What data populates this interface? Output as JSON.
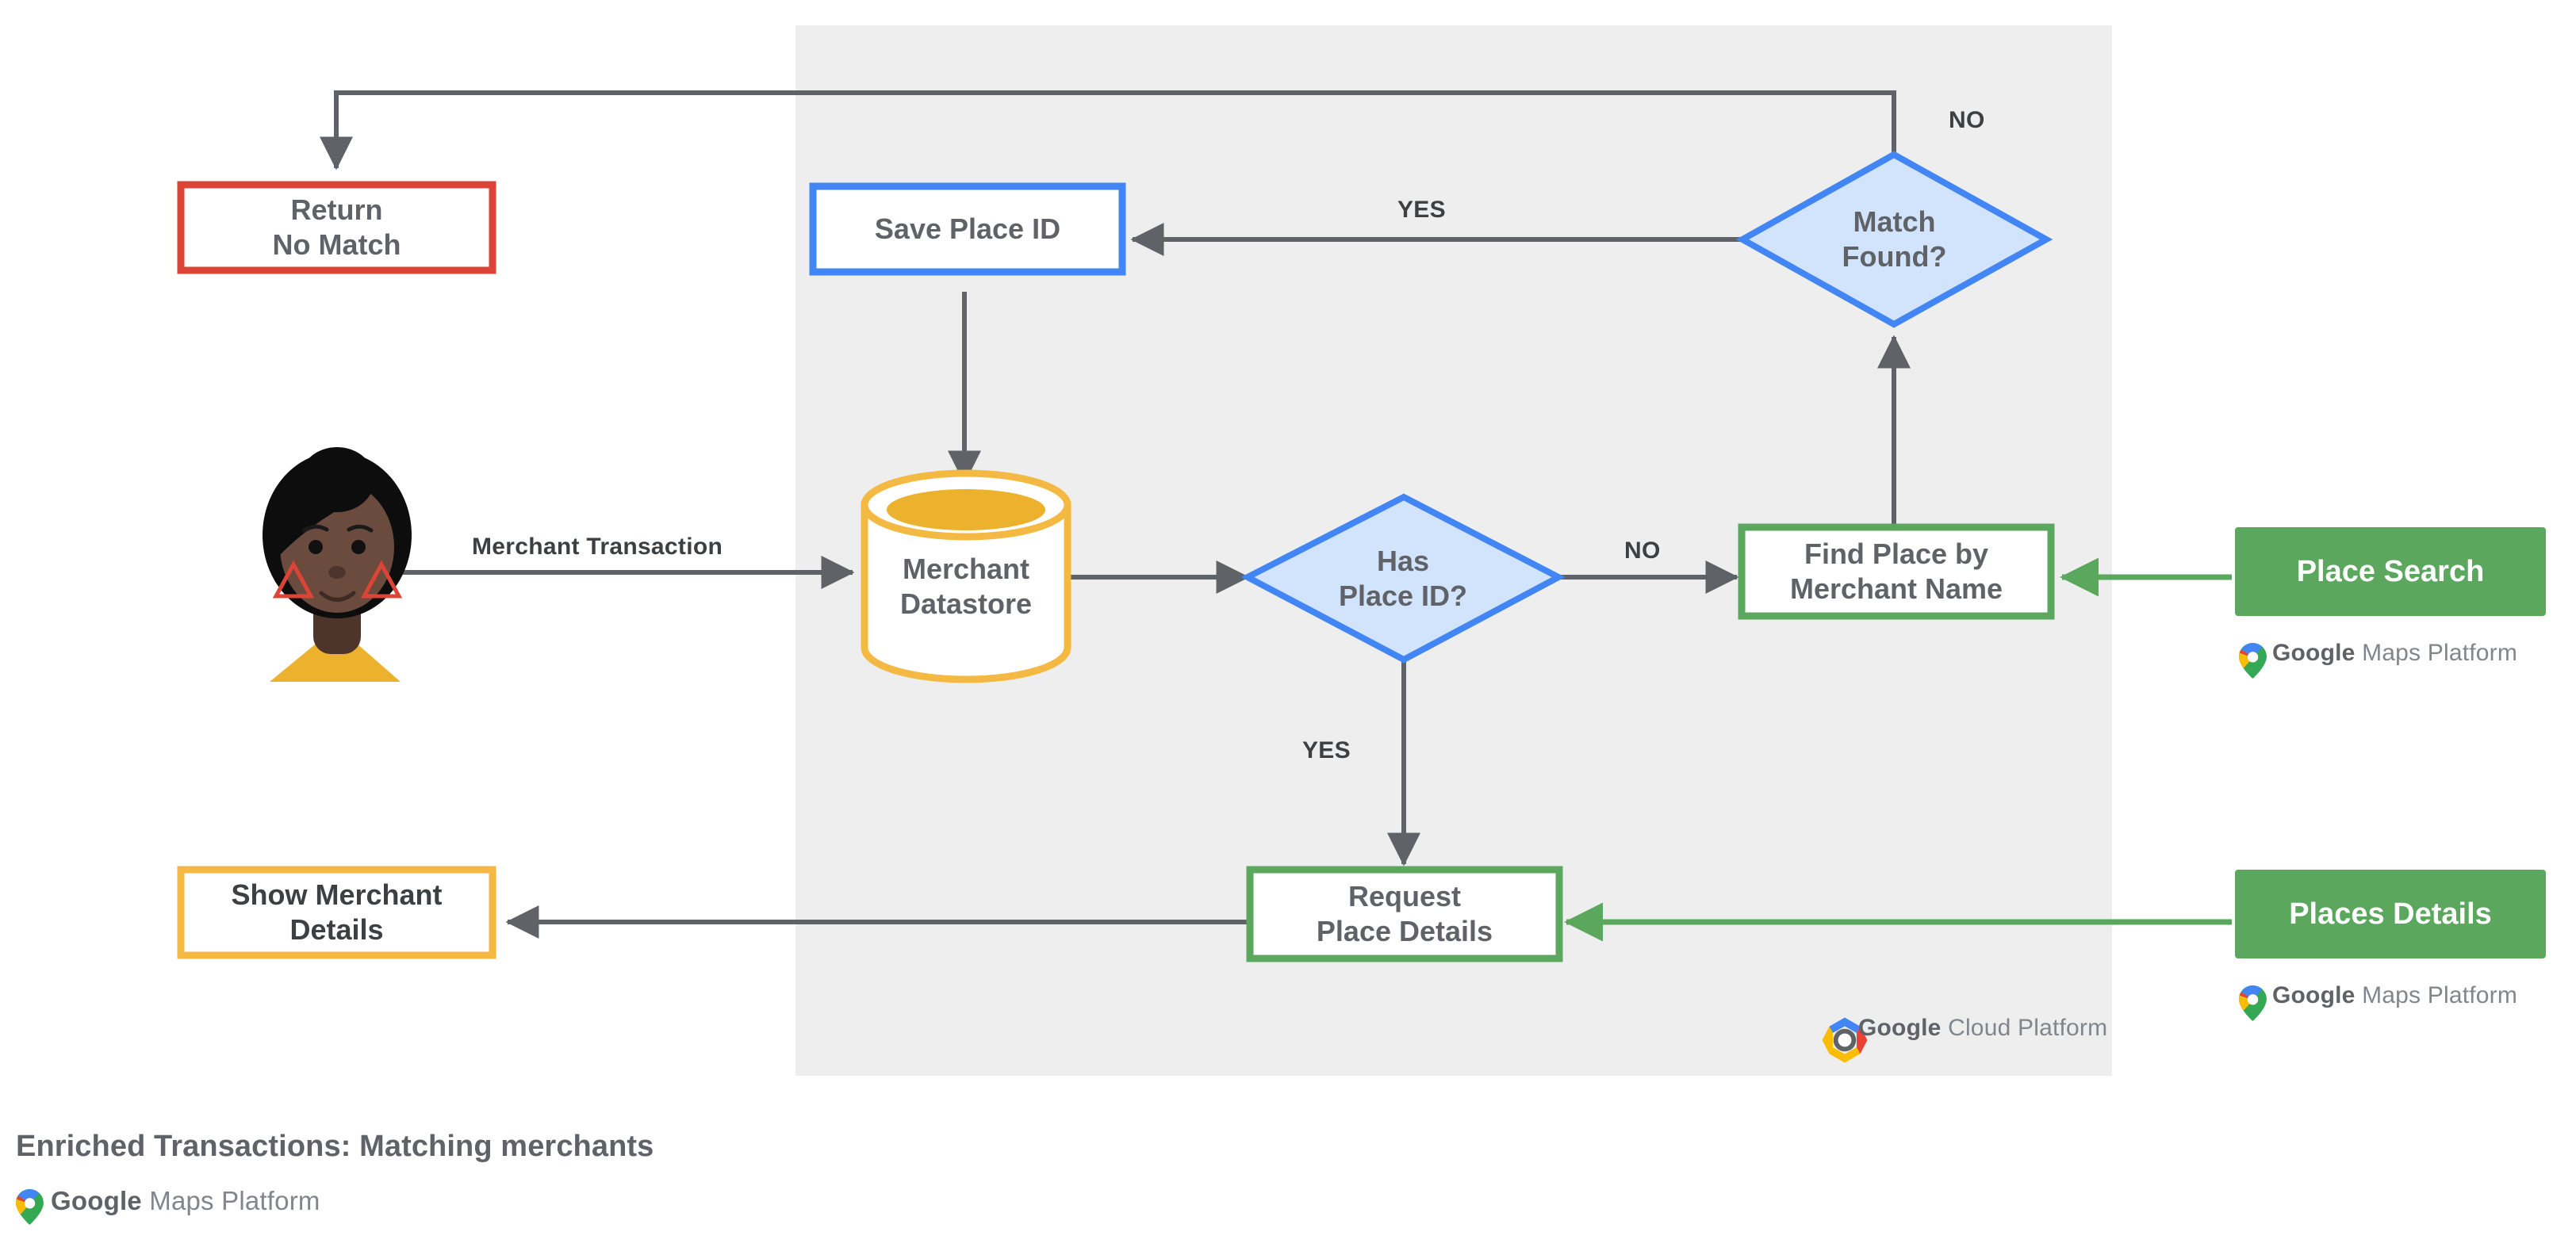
{
  "diagram": {
    "title": "Enriched Transactions: Matching merchants",
    "panel": {
      "name": "google-cloud-platform-panel",
      "fill": "#eeeeee"
    },
    "colors": {
      "red": "#DB4437",
      "blue": "#4285F4",
      "blue_fill": "#D2E3FC",
      "yellow": "#F4B942",
      "green_outline": "#5BA75E",
      "green_fill": "#5BA75E",
      "arrow_gray": "#5f6368",
      "text_gray": "#5f6368",
      "panel_gray": "#eeeeee"
    },
    "nodes": [
      {
        "id": "return-no-match",
        "label": "Return\nNo Match",
        "shape": "rect",
        "style": "red-outline",
        "font_size": 36
      },
      {
        "id": "save-place-id",
        "label": "Save Place ID",
        "shape": "rect",
        "style": "blue-outline",
        "font_size": 36
      },
      {
        "id": "match-found",
        "label": "Match\nFound?",
        "shape": "diamond",
        "style": "blue-filled",
        "font_size": 36
      },
      {
        "id": "merchant-datastore",
        "label": "Merchant\nDatastore",
        "shape": "cylinder",
        "style": "yellow-outline",
        "font_size": 36
      },
      {
        "id": "has-place-id",
        "label": "Has\nPlace ID?",
        "shape": "diamond",
        "style": "blue-filled",
        "font_size": 36
      },
      {
        "id": "find-place",
        "label": "Find Place by\nMerchant Name",
        "shape": "rect",
        "style": "green-outline",
        "font_size": 36
      },
      {
        "id": "request-details",
        "label": "Request\nPlace Details",
        "shape": "rect",
        "style": "green-outline",
        "font_size": 36
      },
      {
        "id": "show-merchant",
        "label": "Show Merchant\nDetails",
        "shape": "rect",
        "style": "yellow-outline",
        "font_size": 36
      },
      {
        "id": "place-search",
        "label": "Place Search",
        "shape": "rect",
        "style": "green-filled",
        "font_size": 38
      },
      {
        "id": "places-details",
        "label": "Places Details",
        "shape": "rect",
        "style": "green-filled",
        "font_size": 38
      }
    ],
    "edge_labels": [
      {
        "id": "merchant-transaction",
        "text": "Merchant Transaction"
      },
      {
        "id": "match-found-no",
        "text": "NO"
      },
      {
        "id": "match-found-yes",
        "text": "YES"
      },
      {
        "id": "has-place-id-no",
        "text": "NO"
      },
      {
        "id": "has-place-id-yes",
        "text": "YES"
      }
    ],
    "actor": {
      "id": "merchant-person-avatar",
      "description": "person avatar"
    },
    "logos": [
      {
        "id": "gmp-logo-place-search",
        "brand": "Google",
        "product": "Maps Platform"
      },
      {
        "id": "gmp-logo-places-details",
        "brand": "Google",
        "product": "Maps Platform"
      },
      {
        "id": "gcp-logo-panel",
        "brand": "Google",
        "product": "Cloud Platform"
      },
      {
        "id": "gmp-logo-caption",
        "brand": "Google",
        "product": "Maps Platform"
      }
    ]
  }
}
